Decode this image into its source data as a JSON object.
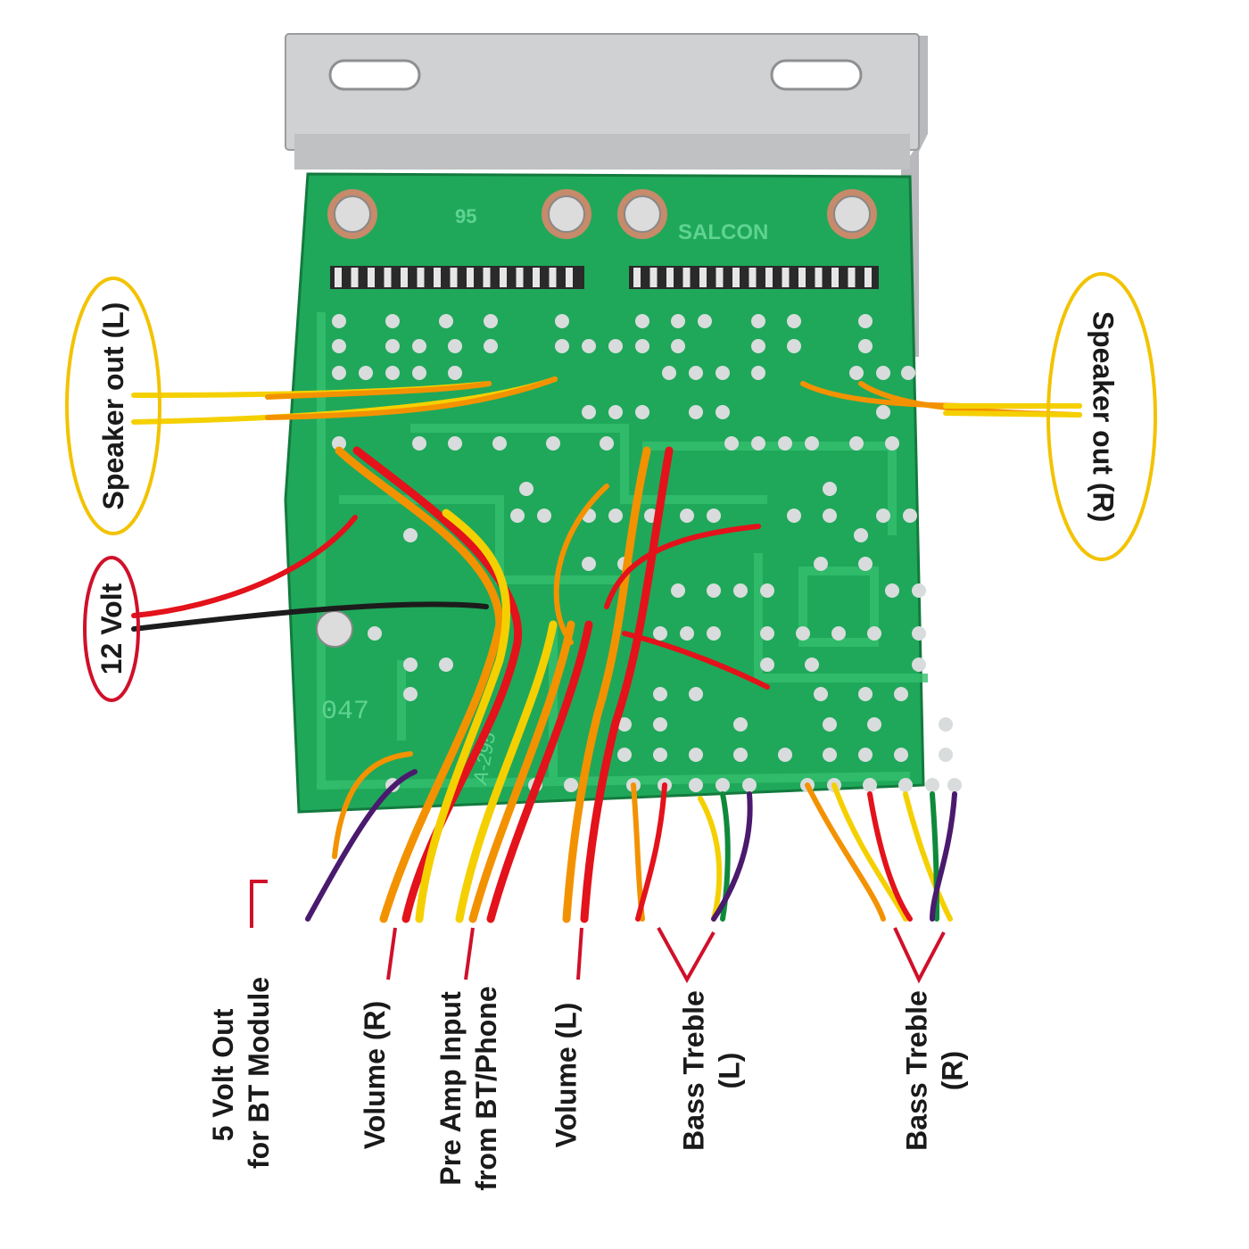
{
  "board": {
    "silk_brand": "SALCON",
    "silk_code_top": "95",
    "silk_code_bottom": "047",
    "silk_part": "A-295"
  },
  "labels": {
    "speaker_left": "Speaker out (L)",
    "speaker_right": "Speaker out (R)",
    "power": "12 Volt",
    "bt_power_line1": "5 Volt Out",
    "bt_power_line2": "for BT Module",
    "volume_right": "Volume (R)",
    "preamp_line1": "Pre Amp Input",
    "preamp_line2": "from BT/Phone",
    "volume_left": "Volume (L)",
    "bass_treble_left_line1": "Bass Treble",
    "bass_treble_left_line2": "(L)",
    "bass_treble_right_line1": "Bass Treble",
    "bass_treble_right_line2": "(R)"
  },
  "colors": {
    "pcb": "#1fa85a",
    "bracket": "#c9cacc",
    "speaker_oval": "#f2c300",
    "power_oval": "#d0102a",
    "leader_line": "#d0102a",
    "wire_yellow": "#f5d000",
    "wire_orange": "#f39200",
    "wire_red": "#e3121b",
    "wire_black": "#1c1c1c",
    "wire_purple": "#4a1a6e",
    "wire_green": "#0f8a3a"
  }
}
